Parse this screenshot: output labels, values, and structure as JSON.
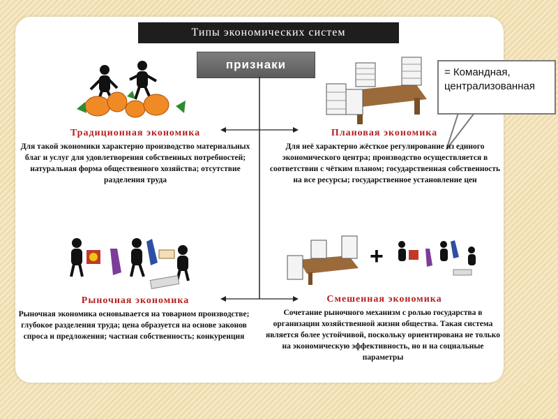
{
  "title": "Типы экономических систем",
  "center_tag": "признаки",
  "callout": "= Командная, централизованная",
  "sections": {
    "traditional": {
      "heading": "Традиционная экономика",
      "text": "Для такой экономики характерно производство материальных благ и услуг для удовлетворения собственных потребностей; натуральная форма общественного хозяйства; отсутствие разделения труда"
    },
    "planned": {
      "heading": "Плановая экономика",
      "text": "Для неё характерно жёсткое регулирование из единого экономического центра; производство осуществляется в соответствии с чётким планом; государственная собственность на все ресурсы; государственное установление цен"
    },
    "market": {
      "heading": "Рыночная экономика",
      "text": "Рыночная экономика основывается на товарном производстве; глубокое разделения труда; цена образуется на основе законов спроса и предложения; частная собственность; конкуренция"
    },
    "mixed": {
      "heading": "Смешенная экономика",
      "text": "Сочетание рыночного механизм с ролью государства в организации хозяйственной жизни общества. Такая система является более устойчивой, поскольку ориентирована не только на экономическую эффективность, но и на социальные параметры"
    }
  },
  "plus_sign": "+",
  "colors": {
    "heading": "#b32020",
    "title_bg": "#1e1e1e",
    "tag_bg": "#6b6b6b",
    "pumpkin": "#f08a24",
    "leaf": "#2e8b2e"
  }
}
